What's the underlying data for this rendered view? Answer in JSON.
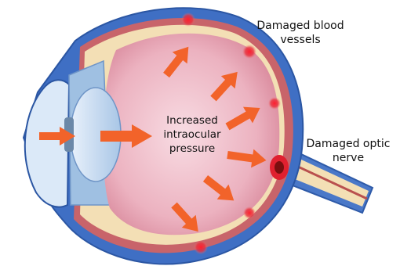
{
  "labels": {
    "damaged_blood_vessels": [
      "Damaged blood",
      "vessels"
    ],
    "damaged_optic_nerve": [
      "Damaged optic",
      "nerve"
    ],
    "increased_intraocular_pressure": [
      "Increased",
      "intraocular",
      "pressure"
    ]
  },
  "colors": {
    "sclera_blue": "#3f6fc4",
    "eye_interior_pink": "#e9aab9",
    "choroid_red": "#c8646a",
    "retina_cream": "#f3dfb5",
    "cornea_blue": "#dbe9f8",
    "lens_blue": "#b8d2ec",
    "pressure_arrow_orange": "#f2632a",
    "damage_spot_red": "#e0202f",
    "optic_disc_dark_red": "#7a0f0f"
  }
}
